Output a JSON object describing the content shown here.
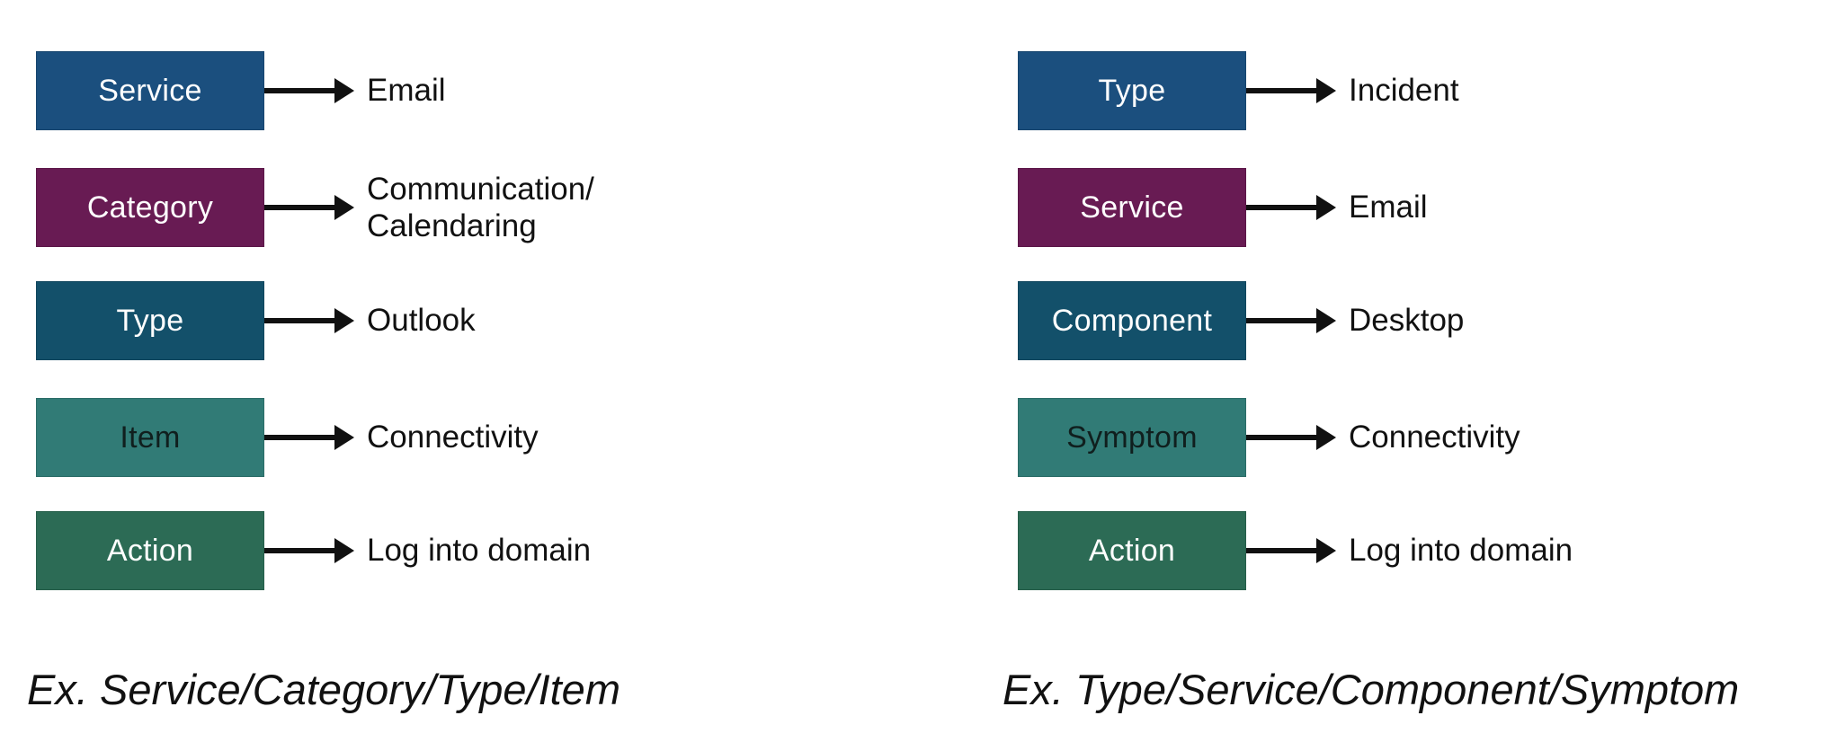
{
  "diagram": {
    "background_color": "#ffffff",
    "arrow_color": "#111111",
    "text_color": "#111111",
    "icons": {
      "arrow_right": "solid black right-pointing arrow"
    },
    "columns": [
      {
        "id": "left",
        "caption": "Ex. Service/Category/Type/Item",
        "rows": [
          {
            "label": "Service",
            "value": "Email",
            "box_color": "#1B4F7E",
            "label_color": "#FFFFFF"
          },
          {
            "label": "Category",
            "value": "Communication/\nCalendaring",
            "box_color": "#681B53",
            "label_color": "#FFFFFF"
          },
          {
            "label": "Type",
            "value": "Outlook",
            "box_color": "#13506A",
            "label_color": "#FFFFFF"
          },
          {
            "label": "Item",
            "value": "Connectivity",
            "box_color": "#317B76",
            "label_color": "#101F1E"
          },
          {
            "label": "Action",
            "value": "Log into domain",
            "box_color": "#2C6B55",
            "label_color": "#FFFFFF"
          }
        ]
      },
      {
        "id": "right",
        "caption": "Ex. Type/Service/Component/Symptom",
        "rows": [
          {
            "label": "Type",
            "value": "Incident",
            "box_color": "#1B4F7E",
            "label_color": "#FFFFFF"
          },
          {
            "label": "Service",
            "value": "Email",
            "box_color": "#681B53",
            "label_color": "#FFFFFF"
          },
          {
            "label": "Component",
            "value": "Desktop",
            "box_color": "#13506A",
            "label_color": "#FFFFFF"
          },
          {
            "label": "Symptom",
            "value": "Connectivity",
            "box_color": "#317B76",
            "label_color": "#101F1E"
          },
          {
            "label": "Action",
            "value": "Log into domain",
            "box_color": "#2C6B55",
            "label_color": "#FFFFFF"
          }
        ]
      }
    ]
  }
}
